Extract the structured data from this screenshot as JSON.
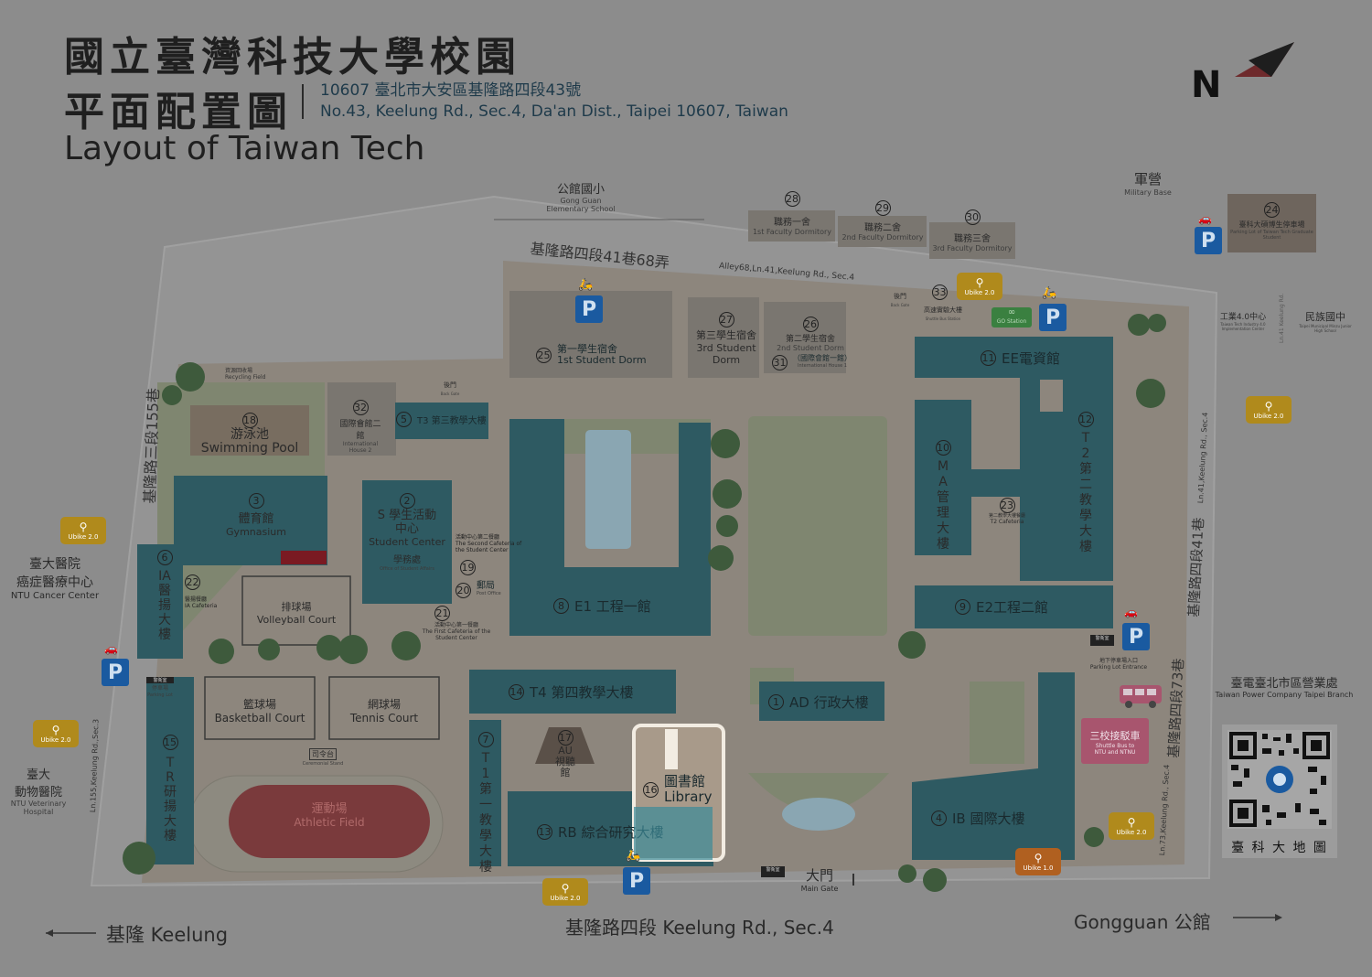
{
  "header": {
    "title_zh_1": "國立臺灣科技大學校園",
    "title_zh_2": "平面配置圖",
    "address_zh": "10607 臺北市大安區基隆路四段43號",
    "address_en": "No.43, Keelung Rd., Sec.4, Da'an Dist., Taipei 10607, Taiwan",
    "title_en": "Layout of Taiwan Tech",
    "north": "N"
  },
  "surroundings": {
    "gongguan_school_zh": "公館國小",
    "gongguan_school_en": "Gong Guan Elementary School",
    "military_zh": "軍營",
    "military_en": "Military Base",
    "minzu_zh": "民族國中",
    "minzu_en": "Taipei Municipal Minzu Junior High School",
    "ntu_cancer_zh1": "臺大醫院",
    "ntu_cancer_zh2": "癌症醫療中心",
    "ntu_cancer_en": "NTU Cancer Center",
    "ntu_vet_zh1": "臺大",
    "ntu_vet_zh2": "動物醫院",
    "ntu_vet_en": "NTU Veterinary Hospital",
    "taipower_zh": "臺電臺北市區營業處",
    "taipower_en": "Taiwan Power Company Taipei Branch",
    "industry40_zh": "工業4.0中心",
    "industry40_en": "Taiwan Tech Industry 4.0 Implementation Center"
  },
  "roads": {
    "alley68_zh": "基隆路四段41巷68弄",
    "alley68_en": "Alley68,Ln.41,Keelung Rd., Sec.4",
    "ln155_zh": "基隆路三段155巷",
    "ln155_en": "Ln.155,Keelung Rd.,Sec.3",
    "ln41_zh": "基隆路四段41巷",
    "ln41_en": "Ln.41,Keelung Rd., Sec.4",
    "ln73_zh": "基隆路四段73巷",
    "ln73_en": "Ln.73,Keelung Rd., Sec.4",
    "main_road": "基隆路四段 Keelung Rd., Sec.4",
    "left_dir": "基隆 Keelung",
    "right_dir": "Gongguan 公館",
    "lane_small": "Ln.41 Keelung Rd."
  },
  "buildings": {
    "b1": {
      "num": "1",
      "name": "AD 行政大樓"
    },
    "b2": {
      "num": "2",
      "name_zh": "S 學生活動中心",
      "name_en": "Student Center",
      "sub_zh": "學務處",
      "sub_en": "Office of Student Affairs"
    },
    "b3": {
      "num": "3",
      "name_zh": "體育館",
      "name_en": "Gymnasium"
    },
    "b4": {
      "num": "4",
      "name": "IB 國際大樓"
    },
    "b5": {
      "num": "5",
      "name": "T3 第三教學大樓"
    },
    "b6": {
      "num": "6",
      "name": "IA 醫揚大樓"
    },
    "b7": {
      "num": "7",
      "name": "T1 第一教學大樓"
    },
    "b8": {
      "num": "8",
      "name": "E1 工程一館"
    },
    "b9": {
      "num": "9",
      "name": "E2工程二館"
    },
    "b10": {
      "num": "10",
      "name": "MA 管理大樓"
    },
    "b11": {
      "num": "11",
      "name": "EE電資館"
    },
    "b12": {
      "num": "12",
      "name": "T2 第二教學大樓"
    },
    "b13": {
      "num": "13",
      "name": "RB 綜合研究大樓"
    },
    "b14": {
      "num": "14",
      "name": "T4 第四教學大樓"
    },
    "b15": {
      "num": "15",
      "name": "TR 研揚大樓"
    },
    "b16": {
      "num": "16",
      "name_zh": "圖書館",
      "name_en": "Library"
    },
    "b17": {
      "num": "17",
      "name_zh": "AU 視聽館"
    },
    "b18": {
      "num": "18",
      "name_zh": "游泳池",
      "name_en": "Swimming Pool"
    },
    "b19": {
      "num": "19"
    },
    "b20": {
      "num": "20",
      "name_zh": "郵局",
      "name_en": "Post Office"
    },
    "b21": {
      "num": "21",
      "name_zh": "活動中心第一餐廳",
      "name_en": "The First Cafeteria of the Student Center"
    },
    "b22": {
      "num": "22",
      "name_zh": "醫揚餐廳",
      "name_en": "IA Cafeteria"
    },
    "b23": {
      "num": "23",
      "name_zh": "第二教學大樓餐廳",
      "name_en": "T2 Cafeteria"
    },
    "b24": {
      "num": "24",
      "name_zh": "臺科大碩博生停車場",
      "name_en": "Parking Lot of Taiwan Tech Graduate Student"
    },
    "b25": {
      "num": "25",
      "name_zh": "第一學生宿舍",
      "name_en": "1st Student Dorm"
    },
    "b26": {
      "num": "26",
      "name_zh": "第二學生宿舍",
      "name_en": "2nd Student Dorm"
    },
    "b27": {
      "num": "27",
      "name_zh": "第三學生宿舍",
      "name_en": "3rd Student Dorm"
    },
    "b28": {
      "num": "28",
      "name_zh": "職務一舍",
      "name_en": "1st Faculty Dormitory"
    },
    "b29": {
      "num": "29",
      "name_zh": "職務二舍",
      "name_en": "2nd Faculty Dormitory"
    },
    "b30": {
      "num": "30",
      "name_zh": "職務三舍",
      "name_en": "3rd Faculty Dormitory"
    },
    "b31": {
      "num": "31",
      "name_zh": "（國際會館一館）",
      "name_en": "International House 1"
    },
    "b32": {
      "num": "32",
      "name_zh": "國際會館二館",
      "name_en": "International House 2"
    },
    "b33": {
      "num": "33",
      "name_zh": "後門",
      "name_en": "Back Gate"
    }
  },
  "facilities": {
    "second_cafeteria_zh": "活動中心第二餐廳",
    "second_cafeteria_en": "The Second Cafeteria of the Student Center",
    "recycling_zh": "資源回收場",
    "recycling_en": "Recycling Field",
    "back_gate_zh": "後門",
    "back_gate_en": "Back Gate",
    "volleyball_zh": "排球場",
    "volleyball_en": "Volleyball Court",
    "basketball_zh": "籃球場",
    "basketball_en": "Basketball Court",
    "tennis_zh": "網球場",
    "tennis_en": "Tennis Court",
    "ceremonial_zh": "司令台",
    "ceremonial_en": "Ceremonial Stand",
    "athletic_zh": "運動場",
    "athletic_en": "Athletic Field",
    "main_gate_zh": "大門",
    "main_gate_en": "Main Gate",
    "parking_lot_zh": "停車場",
    "parking_lot_en": "Parking Lot",
    "security_zh": "警衛室",
    "security_en": "Security Post",
    "underground_zh": "地下停車場入口",
    "underground_en": "Parking Lot Entrance",
    "shuttle_zh": "三校接駁車",
    "shuttle_en": "Shuttle Bus to NTU and NTNU",
    "go_station": "GO Station",
    "parking": "P",
    "ubike2": "Ubike 2.0",
    "ubike1": "Ubike 1.0",
    "gogoro_zh": "高速實驗大樓",
    "gogoro_en": "Shuttle Bus Station",
    "qr_label": "臺 科 大 地 圖"
  },
  "colors": {
    "background": "#8c8c8c",
    "campus": "#8d867d",
    "building": "#2e5a62",
    "lawn": "#7f8670",
    "track": "#7a3a3c",
    "parking": "#1a5aa0",
    "ubike": "#b08a1c",
    "shuttle": "#a8556e",
    "library_highlight": "#f2ece2"
  }
}
